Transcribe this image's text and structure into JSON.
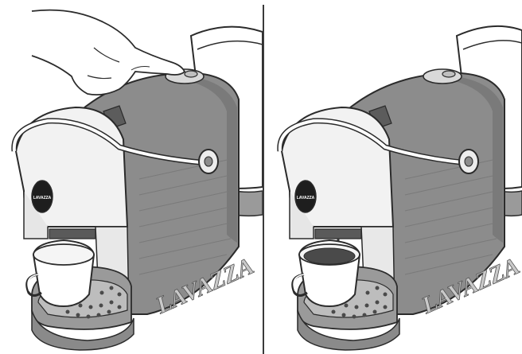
{
  "illustration": {
    "panels": [
      {
        "name": "step-press-button",
        "logo_text": "LAVAZZA",
        "brand_text": "LAVAZZA",
        "shows_hand": true,
        "shows_coffee_stream": false
      },
      {
        "name": "step-coffee-dispensing",
        "logo_text": "LAVAZZA",
        "brand_text": "LAVAZZA",
        "shows_hand": false,
        "shows_coffee_stream": true
      }
    ],
    "colors": {
      "body_gray": "#8c8c8c",
      "body_dark": "#6e6e6e",
      "shell_light": "#f2f2f2",
      "outline": "#2b2b2b",
      "coffee": "#4a4a4a"
    }
  }
}
